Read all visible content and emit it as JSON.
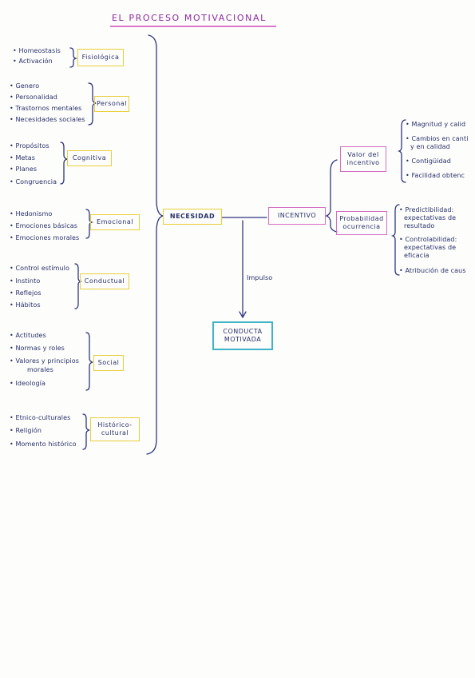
{
  "title": "EL PROCESO MOTIVACIONAL",
  "groups": [
    {
      "label": "Fisiológica",
      "items": [
        "Homeostasis",
        "Activación"
      ]
    },
    {
      "label": "Personal",
      "items": [
        "Genero",
        "Personalidad",
        "Trastornos mentales",
        "Necesidades sociales"
      ]
    },
    {
      "label": "Cognitiva",
      "items": [
        "Propósitos",
        "Metas",
        "Planes",
        "Congruencia"
      ]
    },
    {
      "label": "Emocional",
      "items": [
        "Hedonismo",
        "Emociones básicas",
        "Emociones morales"
      ]
    },
    {
      "label": "Conductual",
      "items": [
        "Control estímulo",
        "Instinto",
        "Reflejos",
        "Hábitos"
      ]
    },
    {
      "label": "Social",
      "items": [
        "Actitudes",
        "Normas y roles",
        "Valores y principios",
        "morales",
        "Ideología"
      ]
    },
    {
      "label": "Histórico-\ncultural",
      "items": [
        "Etnico-culturales",
        "Religión",
        "Momento histórico"
      ]
    }
  ],
  "center": {
    "necesidad": "NECESIDAD",
    "incentivo": "INCENTIVO",
    "impulso": "Impulso",
    "conducta": "CONDUCTA\nMOTIVADA"
  },
  "incentive_branches": [
    {
      "label": "Valor del\nincentivo",
      "items": [
        "Magnitud y calid",
        "Cambios en canti",
        "y en calidad",
        "Contigüidad",
        "Facilidad obtenc"
      ]
    },
    {
      "label": "Probabilidad\nocurrencia",
      "items": [
        "Predictibilidad:",
        "expectativas de",
        "resultado",
        "Controlabilidad:",
        "expectativas de",
        "eficacia",
        "Atribución de caus"
      ]
    }
  ]
}
